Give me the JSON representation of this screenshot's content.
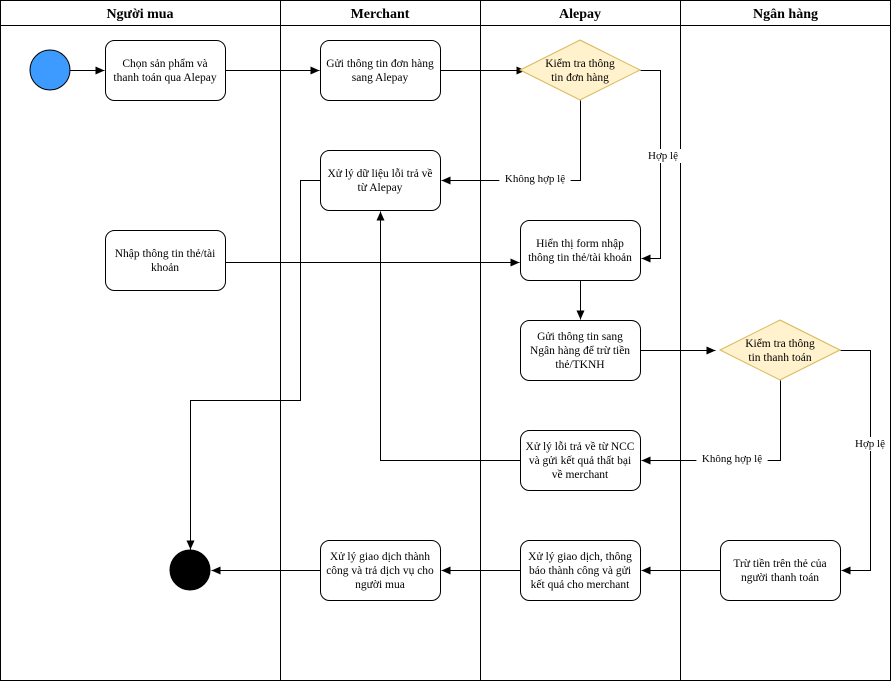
{
  "lanes": [
    {
      "id": "buyer",
      "title": "Người mua"
    },
    {
      "id": "merchant",
      "title": "Merchant"
    },
    {
      "id": "alepay",
      "title": "Alepay"
    },
    {
      "id": "bank",
      "title": "Ngân hàng"
    }
  ],
  "nodes": {
    "start": {
      "shape": "start",
      "color": "#3d9bff"
    },
    "end": {
      "shape": "end",
      "color": "#000000"
    },
    "choose": {
      "shape": "process",
      "lines": [
        "Chọn sản phẩm và",
        "thanh toán qua Alepay"
      ]
    },
    "send_order": {
      "shape": "process",
      "lines": [
        "Gửi thông tin đơn hàng",
        "sang Alepay"
      ]
    },
    "check_order": {
      "shape": "decision",
      "lines": [
        "Kiểm tra thông",
        "tin đơn hàng"
      ]
    },
    "handle_error": {
      "shape": "process",
      "lines": [
        "Xử lý dữ liệu lỗi trả về",
        "từ Alepay"
      ]
    },
    "enter_card": {
      "shape": "process",
      "lines": [
        "Nhập thông tin thẻ/tài",
        "khoản"
      ]
    },
    "show_form": {
      "shape": "process",
      "lines": [
        "Hiển thị form nhập",
        "thông tin thẻ/tài khoản"
      ]
    },
    "send_bank": {
      "shape": "process",
      "lines": [
        "Gửi thông tin sang",
        "Ngân hàng để trừ tiền",
        "thẻ/TKNH"
      ]
    },
    "check_payment": {
      "shape": "decision",
      "lines": [
        "Kiểm tra thông",
        "tin thanh toán"
      ]
    },
    "ncc_error": {
      "shape": "process",
      "lines": [
        "Xử lý lỗi trả về từ NCC",
        "và gửi kết quả thất bại",
        "về merchant"
      ]
    },
    "deduct": {
      "shape": "process",
      "lines": [
        "Trừ tiền trên thẻ của",
        "người thanh toán"
      ]
    },
    "process_tx": {
      "shape": "process",
      "lines": [
        "Xử lý giao dịch, thông",
        "báo thành công và gửi",
        "kết quả cho merchant"
      ]
    },
    "merchant_success": {
      "shape": "process",
      "lines": [
        "Xử lý giao dịch thành",
        "công và trả dịch vụ cho",
        "người mua"
      ]
    }
  },
  "edges": [
    {
      "from": "start",
      "to": "choose",
      "label": ""
    },
    {
      "from": "choose",
      "to": "send_order",
      "label": ""
    },
    {
      "from": "send_order",
      "to": "check_order",
      "label": ""
    },
    {
      "from": "check_order",
      "to": "handle_error",
      "label": "Không hợp lệ"
    },
    {
      "from": "check_order",
      "to": "show_form",
      "label": "Hợp lệ"
    },
    {
      "from": "enter_card",
      "to": "show_form",
      "label": ""
    },
    {
      "from": "show_form",
      "to": "send_bank",
      "label": ""
    },
    {
      "from": "send_bank",
      "to": "check_payment",
      "label": ""
    },
    {
      "from": "check_payment",
      "to": "ncc_error",
      "label": "Không hợp lệ"
    },
    {
      "from": "check_payment",
      "to": "deduct",
      "label": "Hợp lệ"
    },
    {
      "from": "ncc_error",
      "to": "handle_error",
      "label": ""
    },
    {
      "from": "handle_error",
      "to": "end",
      "label": ""
    },
    {
      "from": "deduct",
      "to": "process_tx",
      "label": ""
    },
    {
      "from": "process_tx",
      "to": "merchant_success",
      "label": ""
    },
    {
      "from": "merchant_success",
      "to": "end",
      "label": ""
    }
  ],
  "colors": {
    "decision_fill": "#fff2cc",
    "decision_stroke": "#d6b656",
    "line": "#000000"
  }
}
